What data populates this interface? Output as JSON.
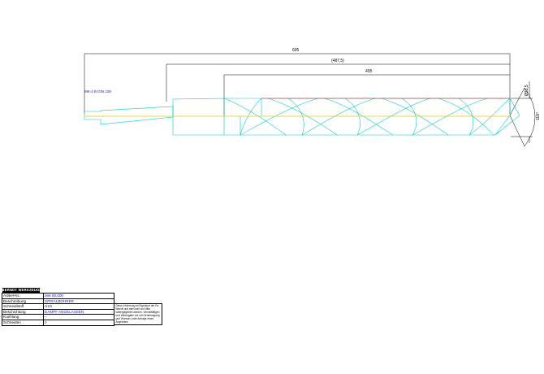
{
  "drawing": {
    "dimensions": {
      "overall_length": "605",
      "mid_length": "(487,5)",
      "flute_length": "405",
      "diameter": "Ø31,5",
      "point_angle": "118°"
    },
    "shank_note": "MK-4 B DIN 228"
  },
  "title_block": {
    "logo": "BERNDT WERKZEUGE",
    "rows": [
      {
        "label": "Artikel-Nr.:",
        "value": "266 50,000"
      },
      {
        "label": "Beschreibung",
        "value": "SPIRALBOHRER"
      },
      {
        "label": "Schneidstoff",
        "value": "HSS"
      },
      {
        "label": "Beschichtung",
        "value": "DAMPF ANGELASSEN"
      },
      {
        "label": "Kuehlung",
        "value": "--"
      },
      {
        "label": "Schneiden",
        "value": "2"
      }
    ],
    "notice": "Diese Zeichnung ist Eigentum der Fa. Berndt und darf nicht an Dritte weitergegeben werden. Vervielfältigen und Weitergabe nur mit Genehmigung (auf Wunsch) oder Anfrage eines Angebotes"
  },
  "colors": {
    "drill": "#00c8c8",
    "dimension": "#000000",
    "axis": "#e6c800",
    "edge_red": "#e00000",
    "note": "#1414c8"
  }
}
